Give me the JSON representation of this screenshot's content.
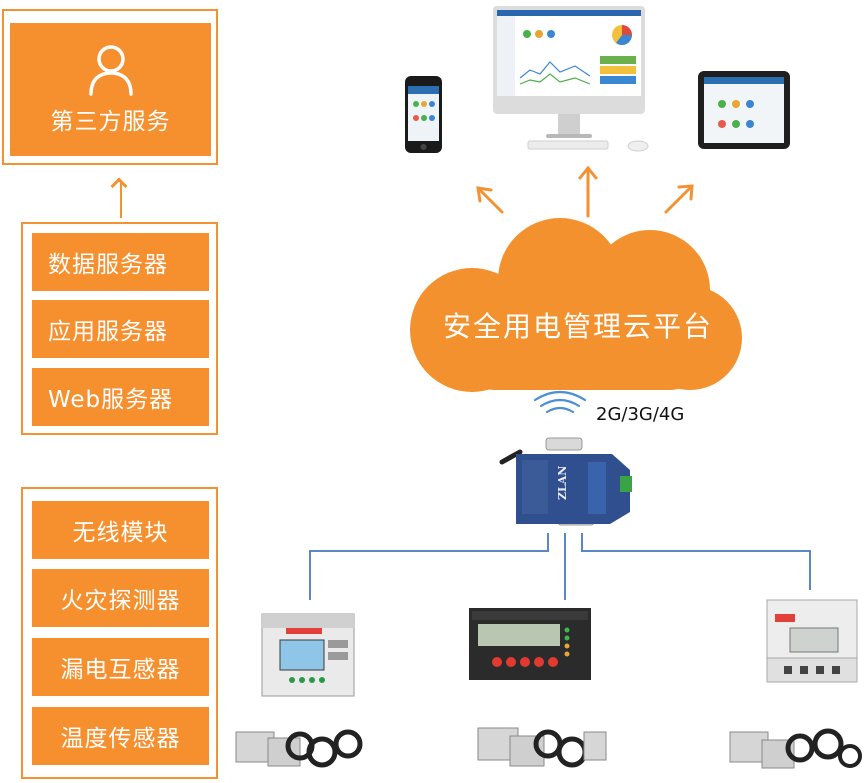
{
  "third_party": {
    "label": "第三方服务",
    "icon": "user-icon"
  },
  "servers": [
    {
      "label": "数据服务器"
    },
    {
      "label": "应用服务器"
    },
    {
      "label": "Web服务器"
    }
  ],
  "field_devices": [
    {
      "label": "无线模块"
    },
    {
      "label": "火灾探测器"
    },
    {
      "label": "漏电互感器"
    },
    {
      "label": "温度传感器"
    }
  ],
  "cloud": {
    "label": "安全用电管理云平台"
  },
  "network": {
    "label": "2G/3G/4G",
    "icon": "wifi-signal-icon"
  },
  "gateway": {
    "brand": "ZLAN"
  },
  "colors": {
    "orange": "#f6902f",
    "line": "#5b87c5"
  }
}
